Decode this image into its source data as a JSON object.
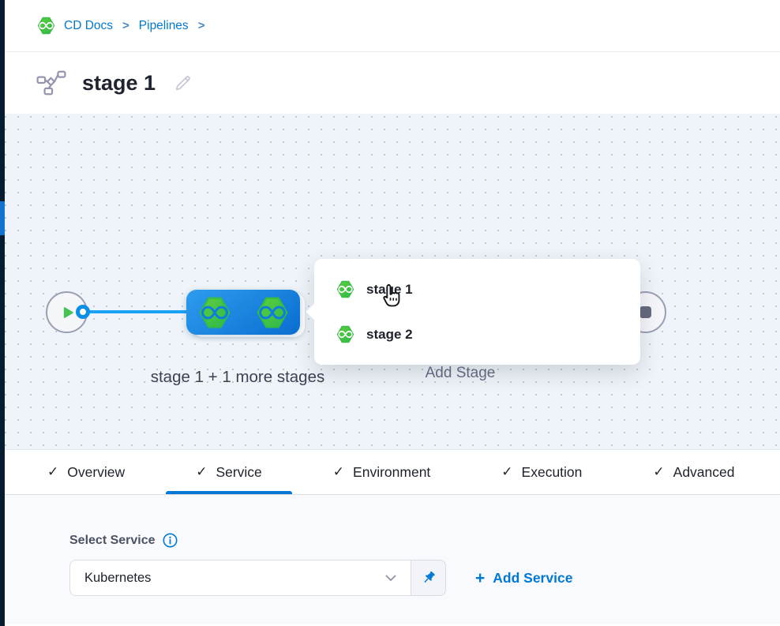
{
  "breadcrumb": {
    "cd_docs": "CD Docs",
    "pipelines": "Pipelines",
    "separator": ">"
  },
  "header": {
    "title": "stage 1"
  },
  "canvas": {
    "stage_group_label": "stage 1 + 1 more stages",
    "add_stage_label": "Add Stage",
    "popup_items": [
      {
        "label": "stage 1"
      },
      {
        "label": "stage 2"
      }
    ]
  },
  "tabs": [
    {
      "label": "Overview",
      "checked": true,
      "active": false
    },
    {
      "label": "Service",
      "checked": true,
      "active": true
    },
    {
      "label": "Environment",
      "checked": true,
      "active": false
    },
    {
      "label": "Execution",
      "checked": true,
      "active": false
    },
    {
      "label": "Advanced",
      "checked": true,
      "active": false
    }
  ],
  "icons": {
    "check": "✓"
  },
  "service_panel": {
    "label": "Select Service",
    "value": "Kubernetes",
    "add_service": "Add Service",
    "plus": "+"
  },
  "colors": {
    "accent_blue": "#0278d5",
    "edge_blue": "#1aa2f6",
    "node_blue_start": "#2d9cee",
    "node_blue_end": "#0a6ed0",
    "hex_green_start": "#5fcf3e",
    "hex_green_end": "#2cb84b",
    "canvas_bg": "#eef4f9",
    "rail_dark": "#081c30",
    "panel_bg": "#f8fafd",
    "text_dark": "#1d212b",
    "text_slate": "#4d5263"
  }
}
